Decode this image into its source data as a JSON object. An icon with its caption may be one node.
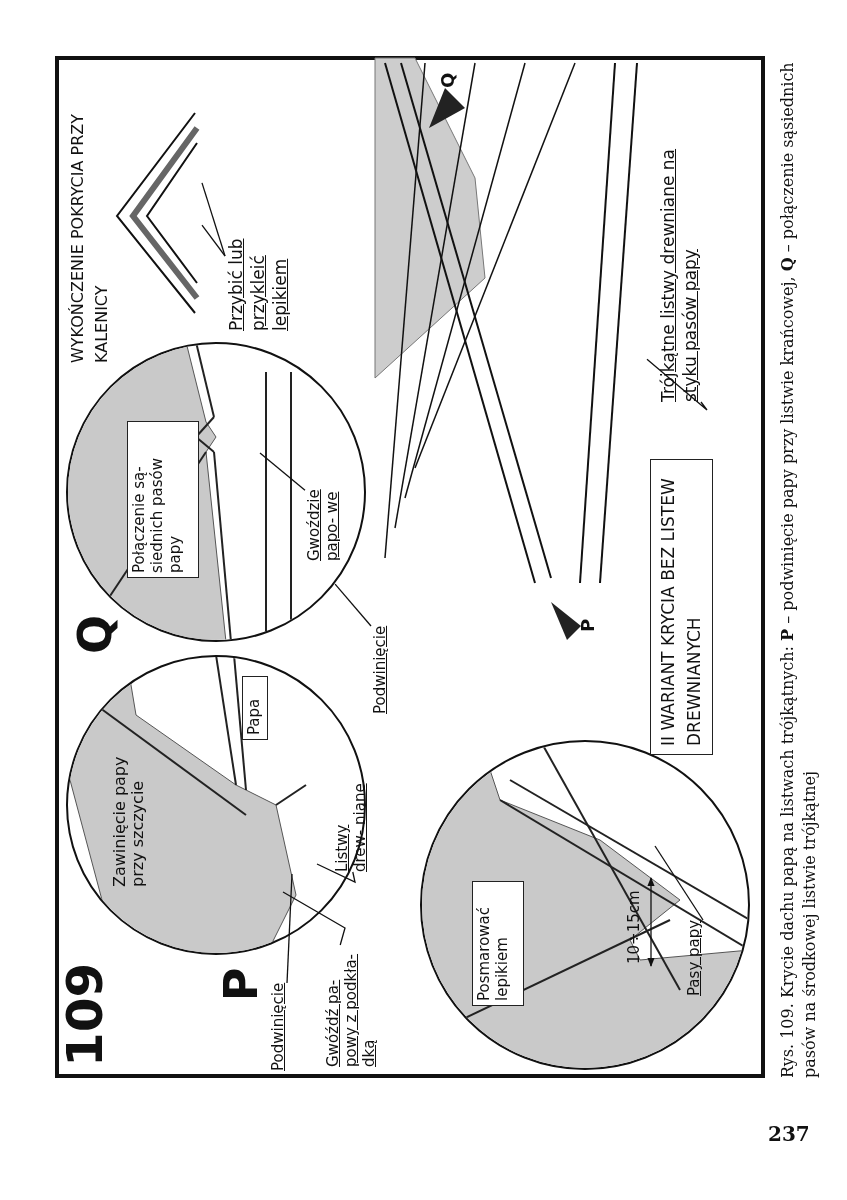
{
  "diagram": {
    "caption": "Rys. 109. Krycie dachu papą na listwach trójkątnych: **P** – podwinięcie papy przy listwie krańcowej, **Q** – połączenie sąsiednich pasów na środkowej listwie trójkątnej",
    "nodes": [
      {
        "text": [
          "Zawinięcie papy przy szczycie"
        ],
        "beside": [
          "P"
        ]
      },
      {
        "text": [
          "Papa"
        ],
        "in": 0
      },
      {
        "text": [
          "Listwy drew- niane"
        ],
        "in": 0
      },
      {
        "text": [
          "Podwinięcie"
        ]
      },
      {
        "text": [
          "Gwóźdź pa- powy z podkła- dką"
        ]
      },
      {
        "text": [],
        "shape": "circle",
        "beside": [
          "Q"
        ]
      },
      {
        "text": [
          "Połączenie są- siednich pasów papy"
        ],
        "in": 5
      },
      {
        "text": [
          "Gwoździe papo- we"
        ],
        "in": 5
      },
      {
        "text": [
          "Podwinięcie"
        ]
      },
      {
        "text": [
          "Przybić lub przykleić lepikiem"
        ]
      },
      {
        "text": [],
        "shape": "picture",
        "beside": [
          "WYKOŃCZENIE POKRYCIA PRZY KALENICY"
        ]
      },
      {
        "text": [],
        "shape": "circle"
      },
      {
        "text": [
          "Posmarować lepikiem"
        ],
        "in": 11
      },
      {
        "text": [
          "Pasy papy"
        ],
        "in": 11
      },
      {
        "text": [
          "II WARIANT KRYCIA BEZ LISTEW DREWNIANYCH"
        ]
      },
      {
        "text": [],
        "shape": "picture"
      },
      {
        "text": [
          "Trójkątne listwy drewniane na styku pasów papy"
        ]
      }
    ],
    "edges": [
      {
        "from": 2,
        "to": null,
        "arrow": "none"
      },
      {
        "from": 3,
        "to": null,
        "arrow": "none"
      },
      {
        "from": 4,
        "to": null,
        "arrow": "none"
      },
      {
        "from": 7,
        "to": null,
        "arrow": "none"
      },
      {
        "from": 8,
        "to": 5,
        "arrow": "none"
      },
      {
        "from": 9,
        "to": 10,
        "arrow": "none"
      },
      {
        "from": 9,
        "to": 10,
        "arrow": "none"
      },
      {
        "from": 13,
        "to": null,
        "arrow": "none"
      },
      {
        "from": 16,
        "to": 15,
        "arrow": "none"
      }
    ],
    "labels": [
      "109",
      "Q",
      "P",
      "10÷15cm",
      "237"
    ]
  }
}
